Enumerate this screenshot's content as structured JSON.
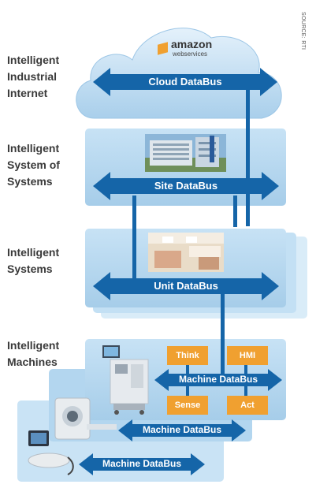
{
  "levels": {
    "industrial_internet": "Intelligent\nIndustrial\nInternet",
    "system_of_systems": "Intelligent\nSystem of\nSystems",
    "systems": "Intelligent\nSystems",
    "machines": "Intelligent\nMachines"
  },
  "source": "SOURCE: RTI",
  "aws": {
    "brand": "amazon",
    "sub": "webservices"
  },
  "buses": {
    "cloud": "Cloud DataBus",
    "site": "Site DataBus",
    "unit": "Unit DataBus",
    "machine_1": "Machine DataBus",
    "machine_2": "Machine DataBus",
    "machine_3": "Machine DataBus"
  },
  "machine_components": {
    "think": "Think",
    "hmi": "HMI",
    "sense": "Sense",
    "act": "Act"
  },
  "colors": {
    "bus_blue": "#1565a8",
    "panel_blue": "#aed4ee",
    "orange": "#f0a030",
    "text": "#3a3a3a"
  }
}
